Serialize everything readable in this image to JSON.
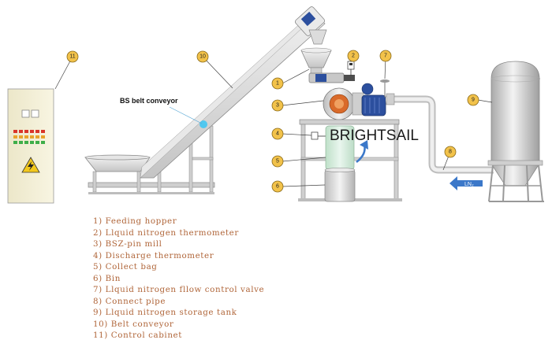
{
  "labels": {
    "conveyor": "BS belt conveyor",
    "brand": "BRIGHTSAIL",
    "ln2": "LN₂"
  },
  "callouts": [
    "1",
    "2",
    "3",
    "4",
    "5",
    "6",
    "7",
    "8",
    "9",
    "10",
    "11"
  ],
  "legend": [
    "1) Feeding hopper",
    "2) Llquid nitrogen thermometer",
    "3) BSZ-pin mill",
    "4) Discharge thermometer",
    "5) Collect bag",
    "6) Bin",
    "7) Llquid nitrogen fllow control valve",
    "8) Connect pipe",
    "9) Llquid nitrogen storage tank",
    "10) Belt conveyor",
    "11) Control cabinet"
  ],
  "colors": {
    "callout_fill": "#f2c24a",
    "callout_stroke": "#8a6a1a",
    "legend_text": "#b0663a",
    "steel": "#d6d6d6",
    "motor_blue": "#2c4f9e",
    "ln2_arrow": "#3b78c9",
    "bag": "#cfe8d6"
  },
  "icons": {
    "cabinet": "lightning-warning-icon"
  }
}
